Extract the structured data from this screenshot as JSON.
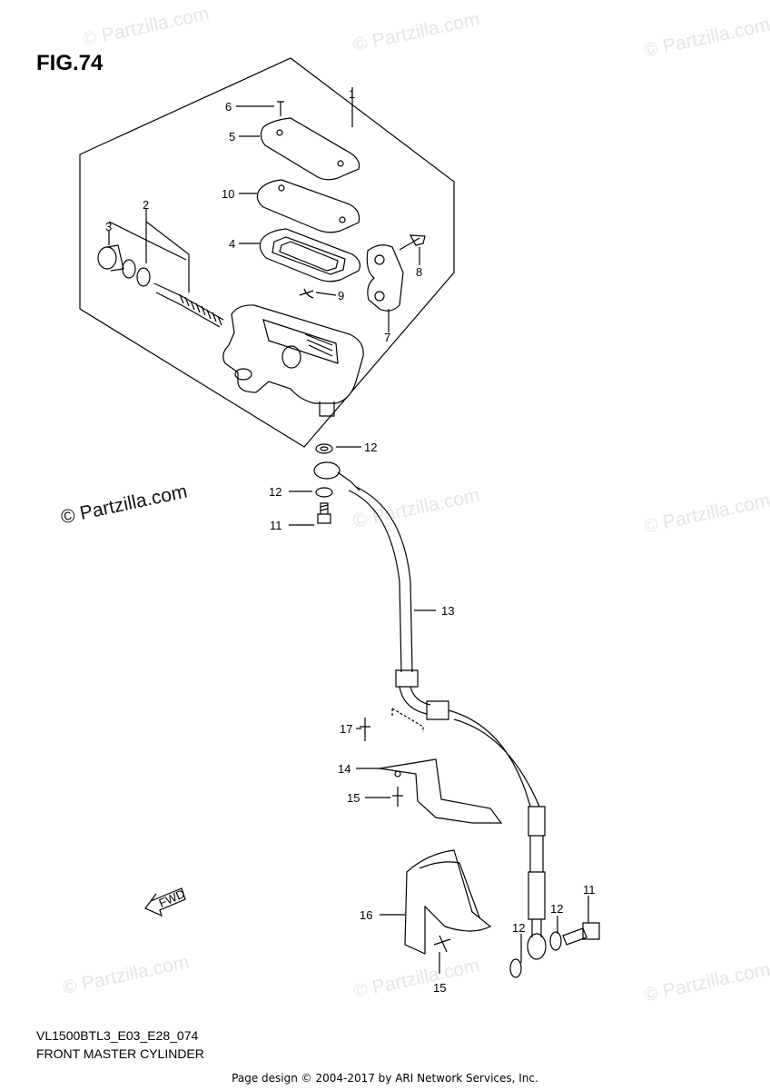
{
  "figure": {
    "title": "FIG.74"
  },
  "watermarks": {
    "text": "© Partzilla.com",
    "main": "© Partzilla.com"
  },
  "callouts": [
    "1",
    "2",
    "3",
    "4",
    "5",
    "6",
    "7",
    "8",
    "9",
    "10",
    "11",
    "11",
    "12",
    "12",
    "12",
    "12",
    "13",
    "14",
    "15",
    "15",
    "16",
    "17"
  ],
  "direction_arrow": "FWD",
  "footer": {
    "model_code": "VL1500BTL3_E03_E28_074",
    "diagram_name": "FRONT MASTER CYLINDER",
    "credit": "Page design © 2004-2017 by ARI Network Services, Inc."
  }
}
